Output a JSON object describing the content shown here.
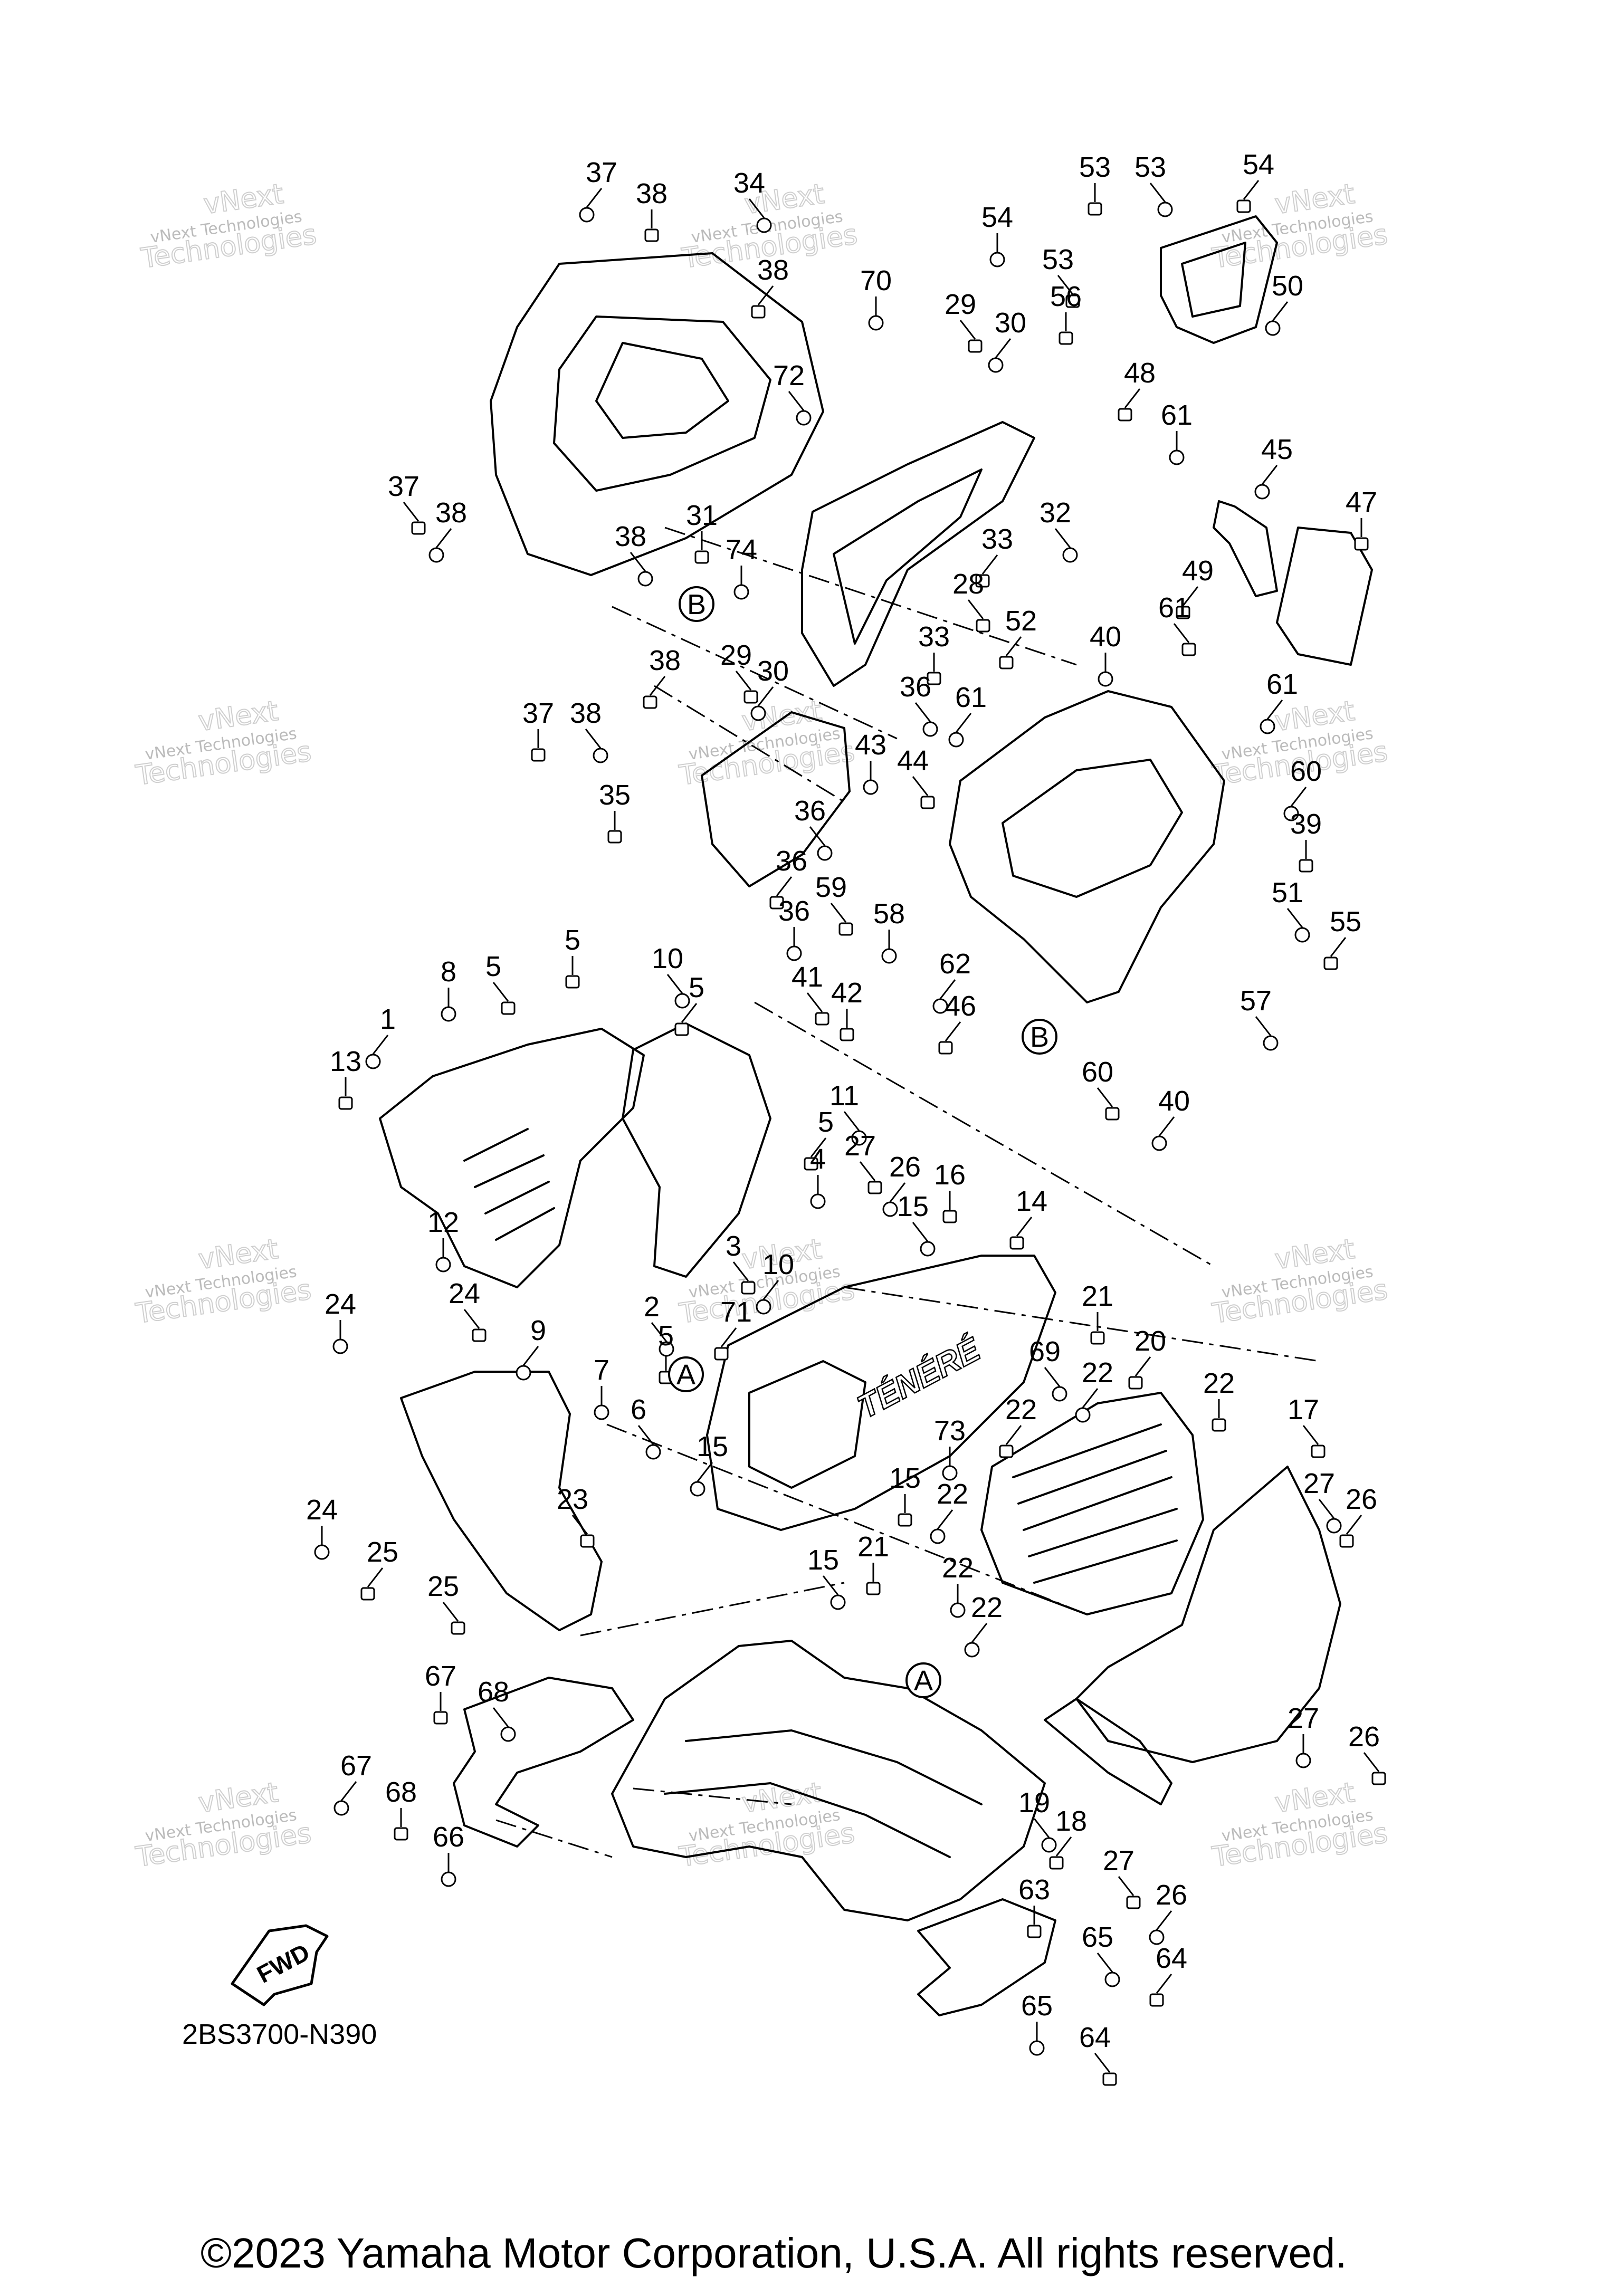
{
  "diagram_code": "2BS3700-N390",
  "copyright": "©2023 Yamaha Motor Corporation, U.S.A. All rights reserved.",
  "fwd_label": "FWD",
  "watermark": {
    "line1": "vNext Technologies",
    "line2": "vNext",
    "line3": "Technologies"
  },
  "ref_marks": [
    "A",
    "B"
  ],
  "decal_text": "TÉNÉRÉ",
  "callouts": [
    "1",
    "2",
    "3",
    "4",
    "5",
    "6",
    "7",
    "8",
    "9",
    "10",
    "11",
    "12",
    "13",
    "14",
    "15",
    "16",
    "17",
    "18",
    "19",
    "20",
    "21",
    "22",
    "23",
    "24",
    "25",
    "26",
    "27",
    "28",
    "29",
    "30",
    "31",
    "32",
    "33",
    "34",
    "35",
    "36",
    "37",
    "38",
    "39",
    "40",
    "41",
    "42",
    "43",
    "44",
    "45",
    "46",
    "47",
    "48",
    "49",
    "50",
    "51",
    "52",
    "53",
    "54",
    "55",
    "56",
    "57",
    "58",
    "59",
    "60",
    "61",
    "62",
    "63",
    "64",
    "65",
    "66",
    "67",
    "68",
    "69",
    "70",
    "71",
    "72",
    "73",
    "74"
  ]
}
